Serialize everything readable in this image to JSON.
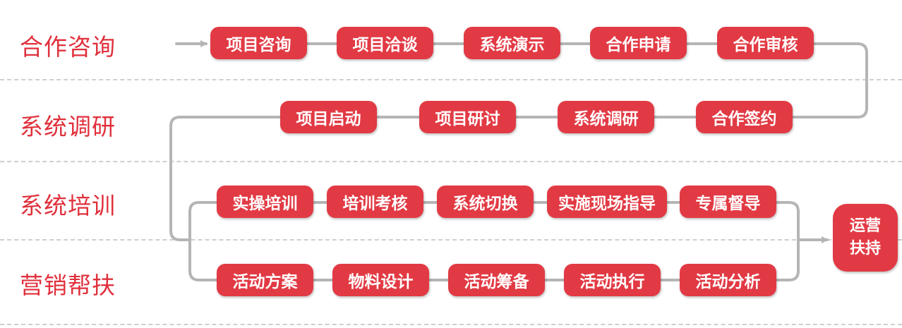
{
  "colors": {
    "accent": "#e23a44",
    "label": "#e0303c",
    "connector": "#b5b5b5",
    "separator": "#cfcfcf"
  },
  "rows": [
    {
      "label": "合作咨询",
      "steps": [
        "项目咨询",
        "项目洽谈",
        "系统演示",
        "合作申请",
        "合作审核"
      ]
    },
    {
      "label": "系统调研",
      "steps": [
        "项目启动",
        "项目研讨",
        "系统调研",
        "合作签约"
      ]
    },
    {
      "label": "系统培训",
      "steps": [
        "实操培训",
        "培训考核",
        "系统切换",
        "实施现场指导",
        "专属督导"
      ]
    },
    {
      "label": "营销帮扶",
      "steps": [
        "活动方案",
        "物料设计",
        "活动筹备",
        "活动执行",
        "活动分析"
      ]
    }
  ],
  "final": {
    "line1": "运营",
    "line2": "扶持"
  }
}
